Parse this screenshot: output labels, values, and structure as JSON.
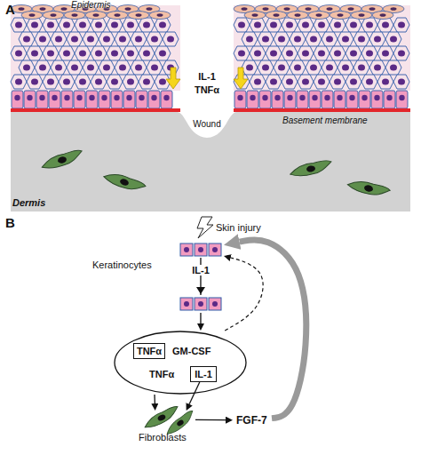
{
  "diagram": {
    "nodes": [
      {
        "text": [
          "Keratinocytes"
        ]
      },
      {
        "text": [
          "GM-CSF",
          "TNFα"
        ]
      },
      {
        "text": [
          "TNFα"
        ],
        "in": 1
      },
      {
        "text": [
          "IL-1"
        ],
        "in": 1
      },
      {
        "text": [
          "Fibroblasts"
        ]
      },
      {
        "text": [
          "FGF-7"
        ]
      }
    ],
    "edges": [
      {
        "from": 0,
        "to": 1,
        "arrow": "to",
        "label": "IL-1"
      },
      {
        "from": 1,
        "to": 0,
        "arrow": "to"
      },
      {
        "from": 1,
        "to": 4,
        "arrow": "to"
      },
      {
        "from": 3,
        "to": 4,
        "arrow": "to"
      },
      {
        "from": 4,
        "to": 5,
        "arrow": "to"
      },
      {
        "from": 5,
        "to": 0,
        "arrow": "to"
      }
    ],
    "labels": [
      "A",
      "Epidermis",
      "IL-1",
      "TNFα",
      "Wound",
      "Basement membrane",
      "Dermis",
      "B",
      "Skin injury"
    ]
  }
}
